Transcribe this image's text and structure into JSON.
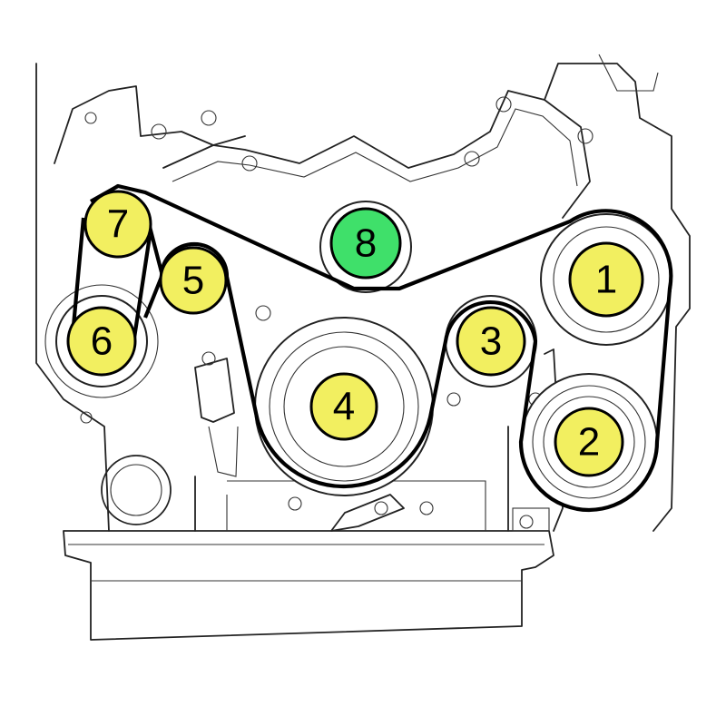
{
  "diagram": {
    "colors": {
      "highlight_default": "#f2ef60",
      "highlight_special": "#3fe06a",
      "belt": "#000000",
      "line_art": "#222222"
    },
    "pulleys": [
      {
        "id": "p1",
        "label": "1",
        "color": "#f2ef60"
      },
      {
        "id": "p2",
        "label": "2",
        "color": "#f2ef60"
      },
      {
        "id": "p3",
        "label": "3",
        "color": "#f2ef60"
      },
      {
        "id": "p4",
        "label": "4",
        "color": "#f2ef60"
      },
      {
        "id": "p5",
        "label": "5",
        "color": "#f2ef60"
      },
      {
        "id": "p6",
        "label": "6",
        "color": "#f2ef60"
      },
      {
        "id": "p7",
        "label": "7",
        "color": "#f2ef60"
      },
      {
        "id": "p8",
        "label": "8",
        "color": "#3fe06a"
      }
    ]
  }
}
